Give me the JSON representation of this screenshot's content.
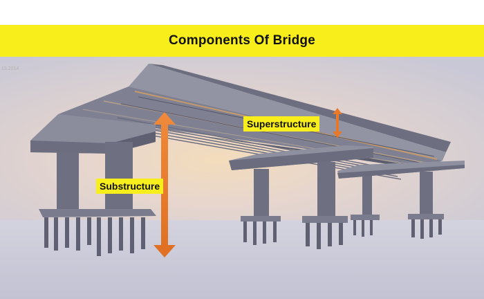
{
  "title": "Components Of Bridge",
  "labels": {
    "superstructure": "Superstructure",
    "substructure": "Substructure"
  },
  "watermark": "15.2014",
  "colors": {
    "title_bar": "#f7ee1b",
    "arrow": "#e8782a",
    "concrete": "#7d7f8d",
    "sky_glow": "#f2dcb8"
  }
}
